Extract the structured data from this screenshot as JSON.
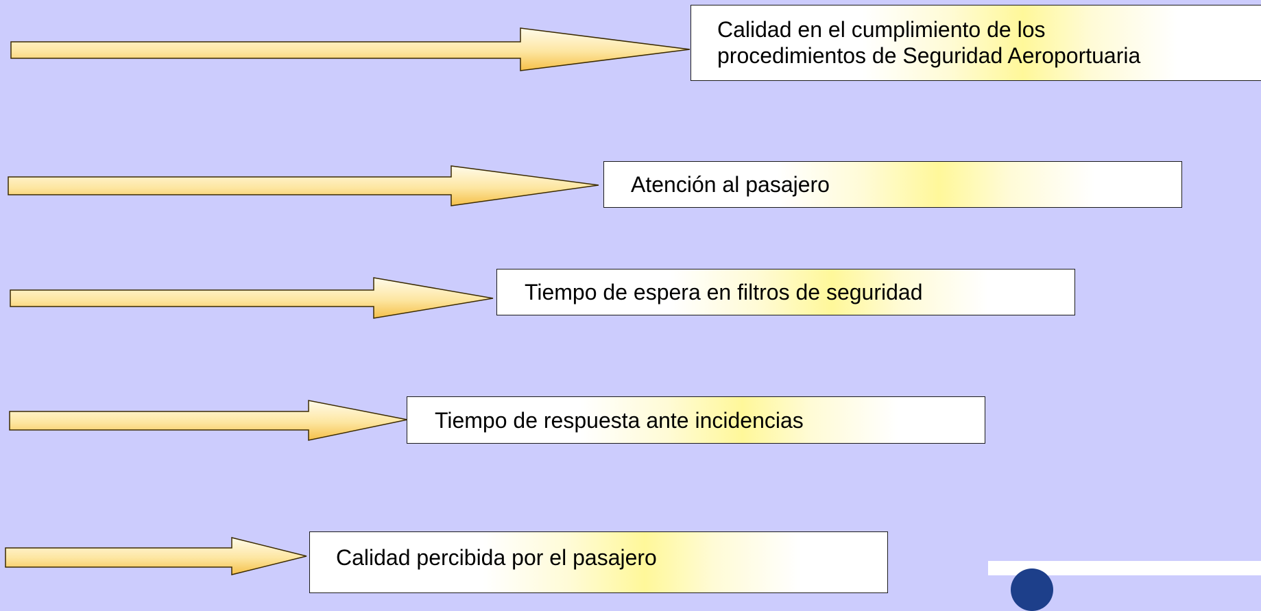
{
  "colors": {
    "background": "#ccccfd",
    "arrow_fill_start": "#fffbea",
    "arrow_fill_end": "#f5c049",
    "arrow_stroke": "#3a2a00",
    "box_border": "#1a1a1a",
    "logo_mark": "#1d3f8a"
  },
  "items": [
    {
      "label": "Calidad en el cumplimiento de los",
      "label_line2": "procedimientos de Seguridad Aeroportuaria"
    },
    {
      "label": "Atención al pasajero"
    },
    {
      "label": "Tiempo de espera en filtros de seguridad"
    },
    {
      "label": "Tiempo de respuesta ante incidencias"
    },
    {
      "label": "Calidad percibida por el pasajero"
    }
  ],
  "icons": {
    "arrow": "right-arrow-icon",
    "logo": "logo-mark-icon"
  }
}
